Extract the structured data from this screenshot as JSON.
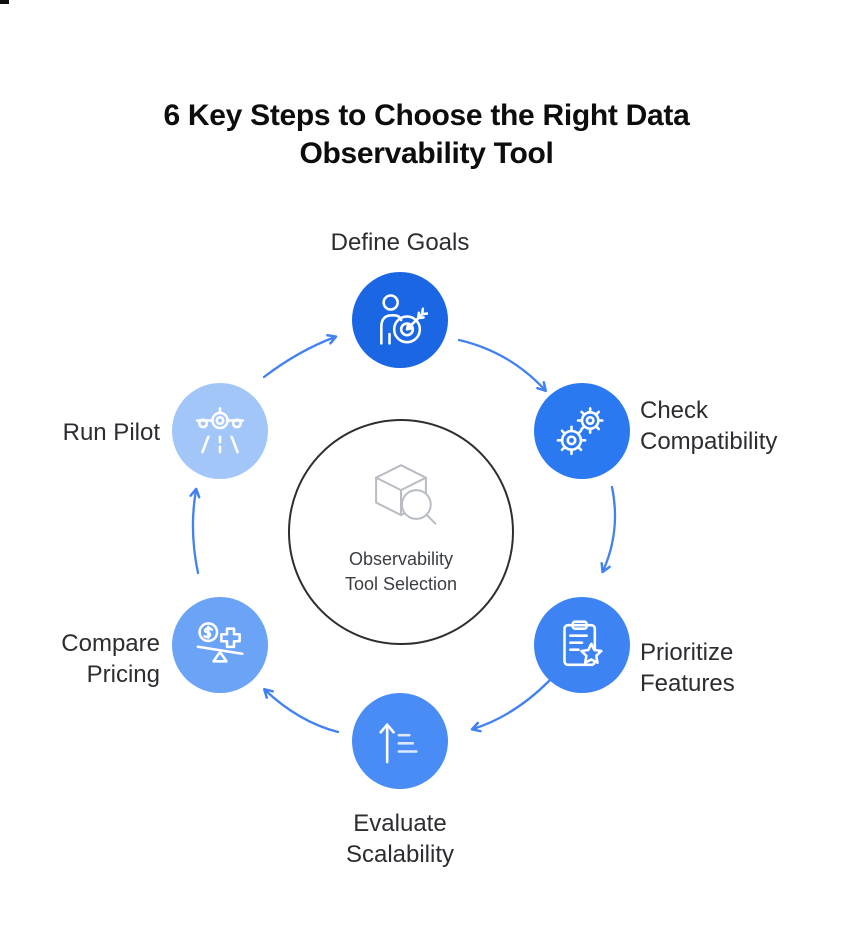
{
  "title": {
    "text": "6 Key Steps to Choose the Right Data Observability Tool"
  },
  "center": {
    "line1": "Observability",
    "line2": "Tool Selection",
    "icon": "cube-search-icon",
    "border_color": "#2e2e2e",
    "icon_color": "#b9bdc3"
  },
  "flow": {
    "direction": "clockwise",
    "arrow_color": "#4181f2"
  },
  "palette": {
    "node_icon": "#ffffff",
    "label_text": "#2b2d31",
    "title_text": "#0c0d0f"
  },
  "steps": [
    {
      "label": "Define Goals",
      "icon": "person-target-icon",
      "color": "#1a66e3",
      "position": "top"
    },
    {
      "label": "Check Compatibility",
      "icon": "gears-icon",
      "color": "#2b79f1",
      "position": "top-right"
    },
    {
      "label": "Prioritize Features",
      "icon": "clipboard-star-icon",
      "color": "#3d83f4",
      "position": "bottom-right"
    },
    {
      "label": "Evaluate Scalability",
      "icon": "up-arrow-list-icon",
      "color": "#4a8cf5",
      "position": "bottom"
    },
    {
      "label": "Compare Pricing",
      "icon": "price-balance-icon",
      "color": "#6ba3f7",
      "position": "bottom-left"
    },
    {
      "label": "Run Pilot",
      "icon": "airplane-runway-icon",
      "color": "#a3c6f8",
      "position": "top-left"
    }
  ]
}
